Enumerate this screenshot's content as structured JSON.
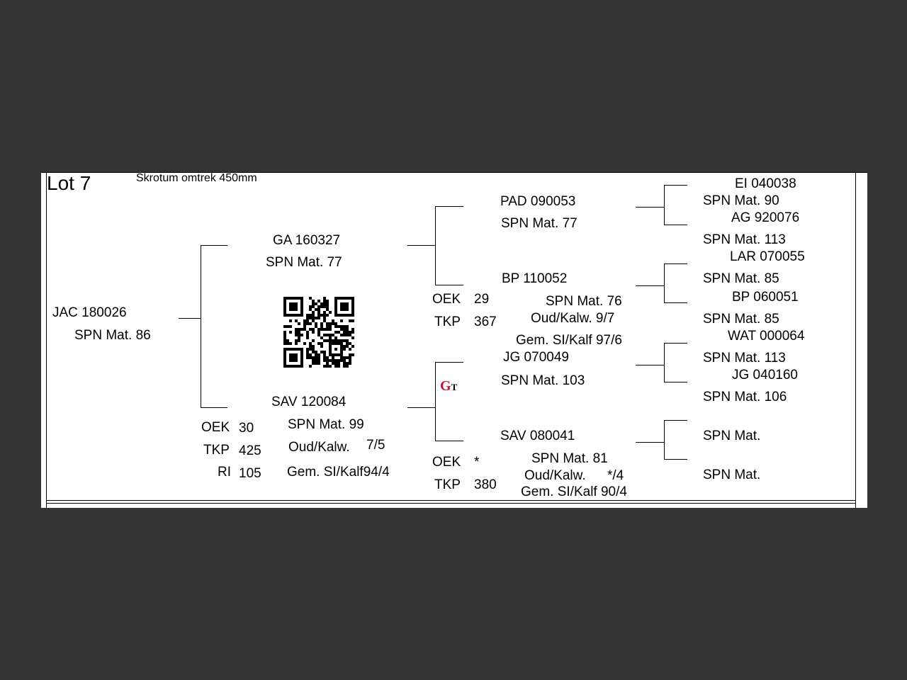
{
  "current_lot": {
    "lot_label": "Lot 7",
    "scrotum_note": "Skrotum omtrek 450mm",
    "animal": {
      "id": "JAC 180026",
      "spn": "SPN Mat. 86"
    },
    "sire": {
      "id": "GA  160327",
      "spn": "SPN Mat. 77",
      "stats": {
        "oek_label": "OEK",
        "oek_value": "29",
        "tkp_label": "TKP",
        "tkp_value": "367"
      },
      "sire": {
        "id": "PAD 090053",
        "spn": "SPN Mat. 77"
      },
      "dam": {
        "id": "BP  110052",
        "spn": "SPN Mat. 76",
        "oud_kalw": "Oud/Kalw.  9/7",
        "gem_si_kalf": "Gem. SI/Kalf  97/6"
      },
      "sire_sire": {
        "id": "EI  040038",
        "spn": "SPN Mat. 90"
      },
      "sire_dam": {
        "id": "AG  920076",
        "spn": "SPN Mat. 113"
      },
      "dam_sire": {
        "id": "LAR 070055",
        "spn": "SPN Mat. 85"
      },
      "dam_dam": {
        "id": "BP  060051",
        "spn": "SPN Mat. 85"
      }
    },
    "dam": {
      "id": "SAV 120084",
      "spn": "SPN Mat. 99",
      "oud_kalw_label": "Oud/Kalw.",
      "oud_kalw_value": "7/5",
      "gem_si_kalf": "Gem. SI/Kalf94/4",
      "stats": {
        "oek_label": "OEK",
        "oek_value": "30",
        "tkp_label": "TKP",
        "tkp_value": "425",
        "ri_label": "RI",
        "ri_value": "105"
      },
      "sire": {
        "id": "JG  070049",
        "spn": "SPN Mat. 103"
      },
      "dam": {
        "id": "SAV 080041",
        "spn": "SPN Mat. 81",
        "oud_kalw_label": "Oud/Kalw.",
        "oud_kalw_value": "*/4",
        "gem_si_kalf": "Gem. SI/Kalf  90/4",
        "stats": {
          "oek_label": "OEK",
          "oek_value": "*",
          "tkp_label": "TKP",
          "tkp_value": "380"
        }
      },
      "sire_sire": {
        "id": "WAT 000064",
        "spn": "SPN Mat. 113"
      },
      "sire_dam": {
        "id": "JG  040160",
        "spn": "SPN Mat. 106"
      },
      "dam_sire": {
        "spn": "SPN Mat."
      },
      "dam_dam": {
        "spn": "SPN Mat."
      }
    }
  },
  "logo": {
    "text": "GT",
    "accent_color": "#c8102e"
  },
  "icons": {
    "qr": "qr-code",
    "logo": "gt-logo"
  }
}
